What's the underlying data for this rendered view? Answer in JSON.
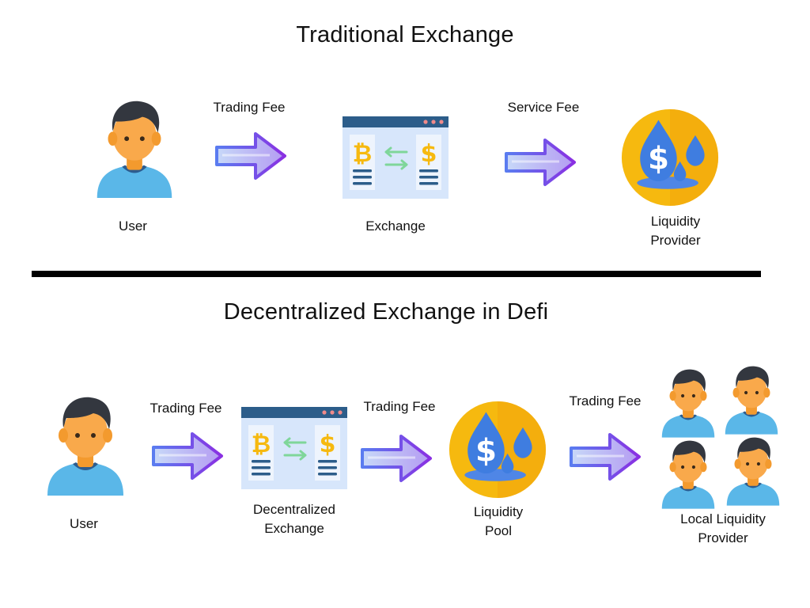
{
  "traditional": {
    "title": "Traditional Exchange",
    "fees": [
      "Trading Fee",
      "Service Fee"
    ],
    "nodes": {
      "user": "User",
      "exchange": "Exchange",
      "provider_line1": "Liquidity",
      "provider_line2": "Provider"
    }
  },
  "defi": {
    "title": "Decentralized Exchange in Defi",
    "fees": [
      "Trading Fee",
      "Trading Fee",
      "Trading Fee"
    ],
    "nodes": {
      "user": "User",
      "dex_line1": "Decentralized",
      "dex_line2": "Exchange",
      "pool_line1": "Liquidity",
      "pool_line2": "Pool",
      "local_line1": "Local Liquidity",
      "local_line2": "Provider"
    }
  },
  "colors": {
    "skin": "#f9a94b",
    "hair": "#33373f",
    "shirt": "#5ab7e8",
    "arrow_outline": "#7b3fe4",
    "arrow_fill": "#b9a8f5",
    "coin": "#f6b90f",
    "drop": "#3f7de0",
    "screen": "#d7e6fb",
    "screen_bar": "#2c5d8a"
  }
}
